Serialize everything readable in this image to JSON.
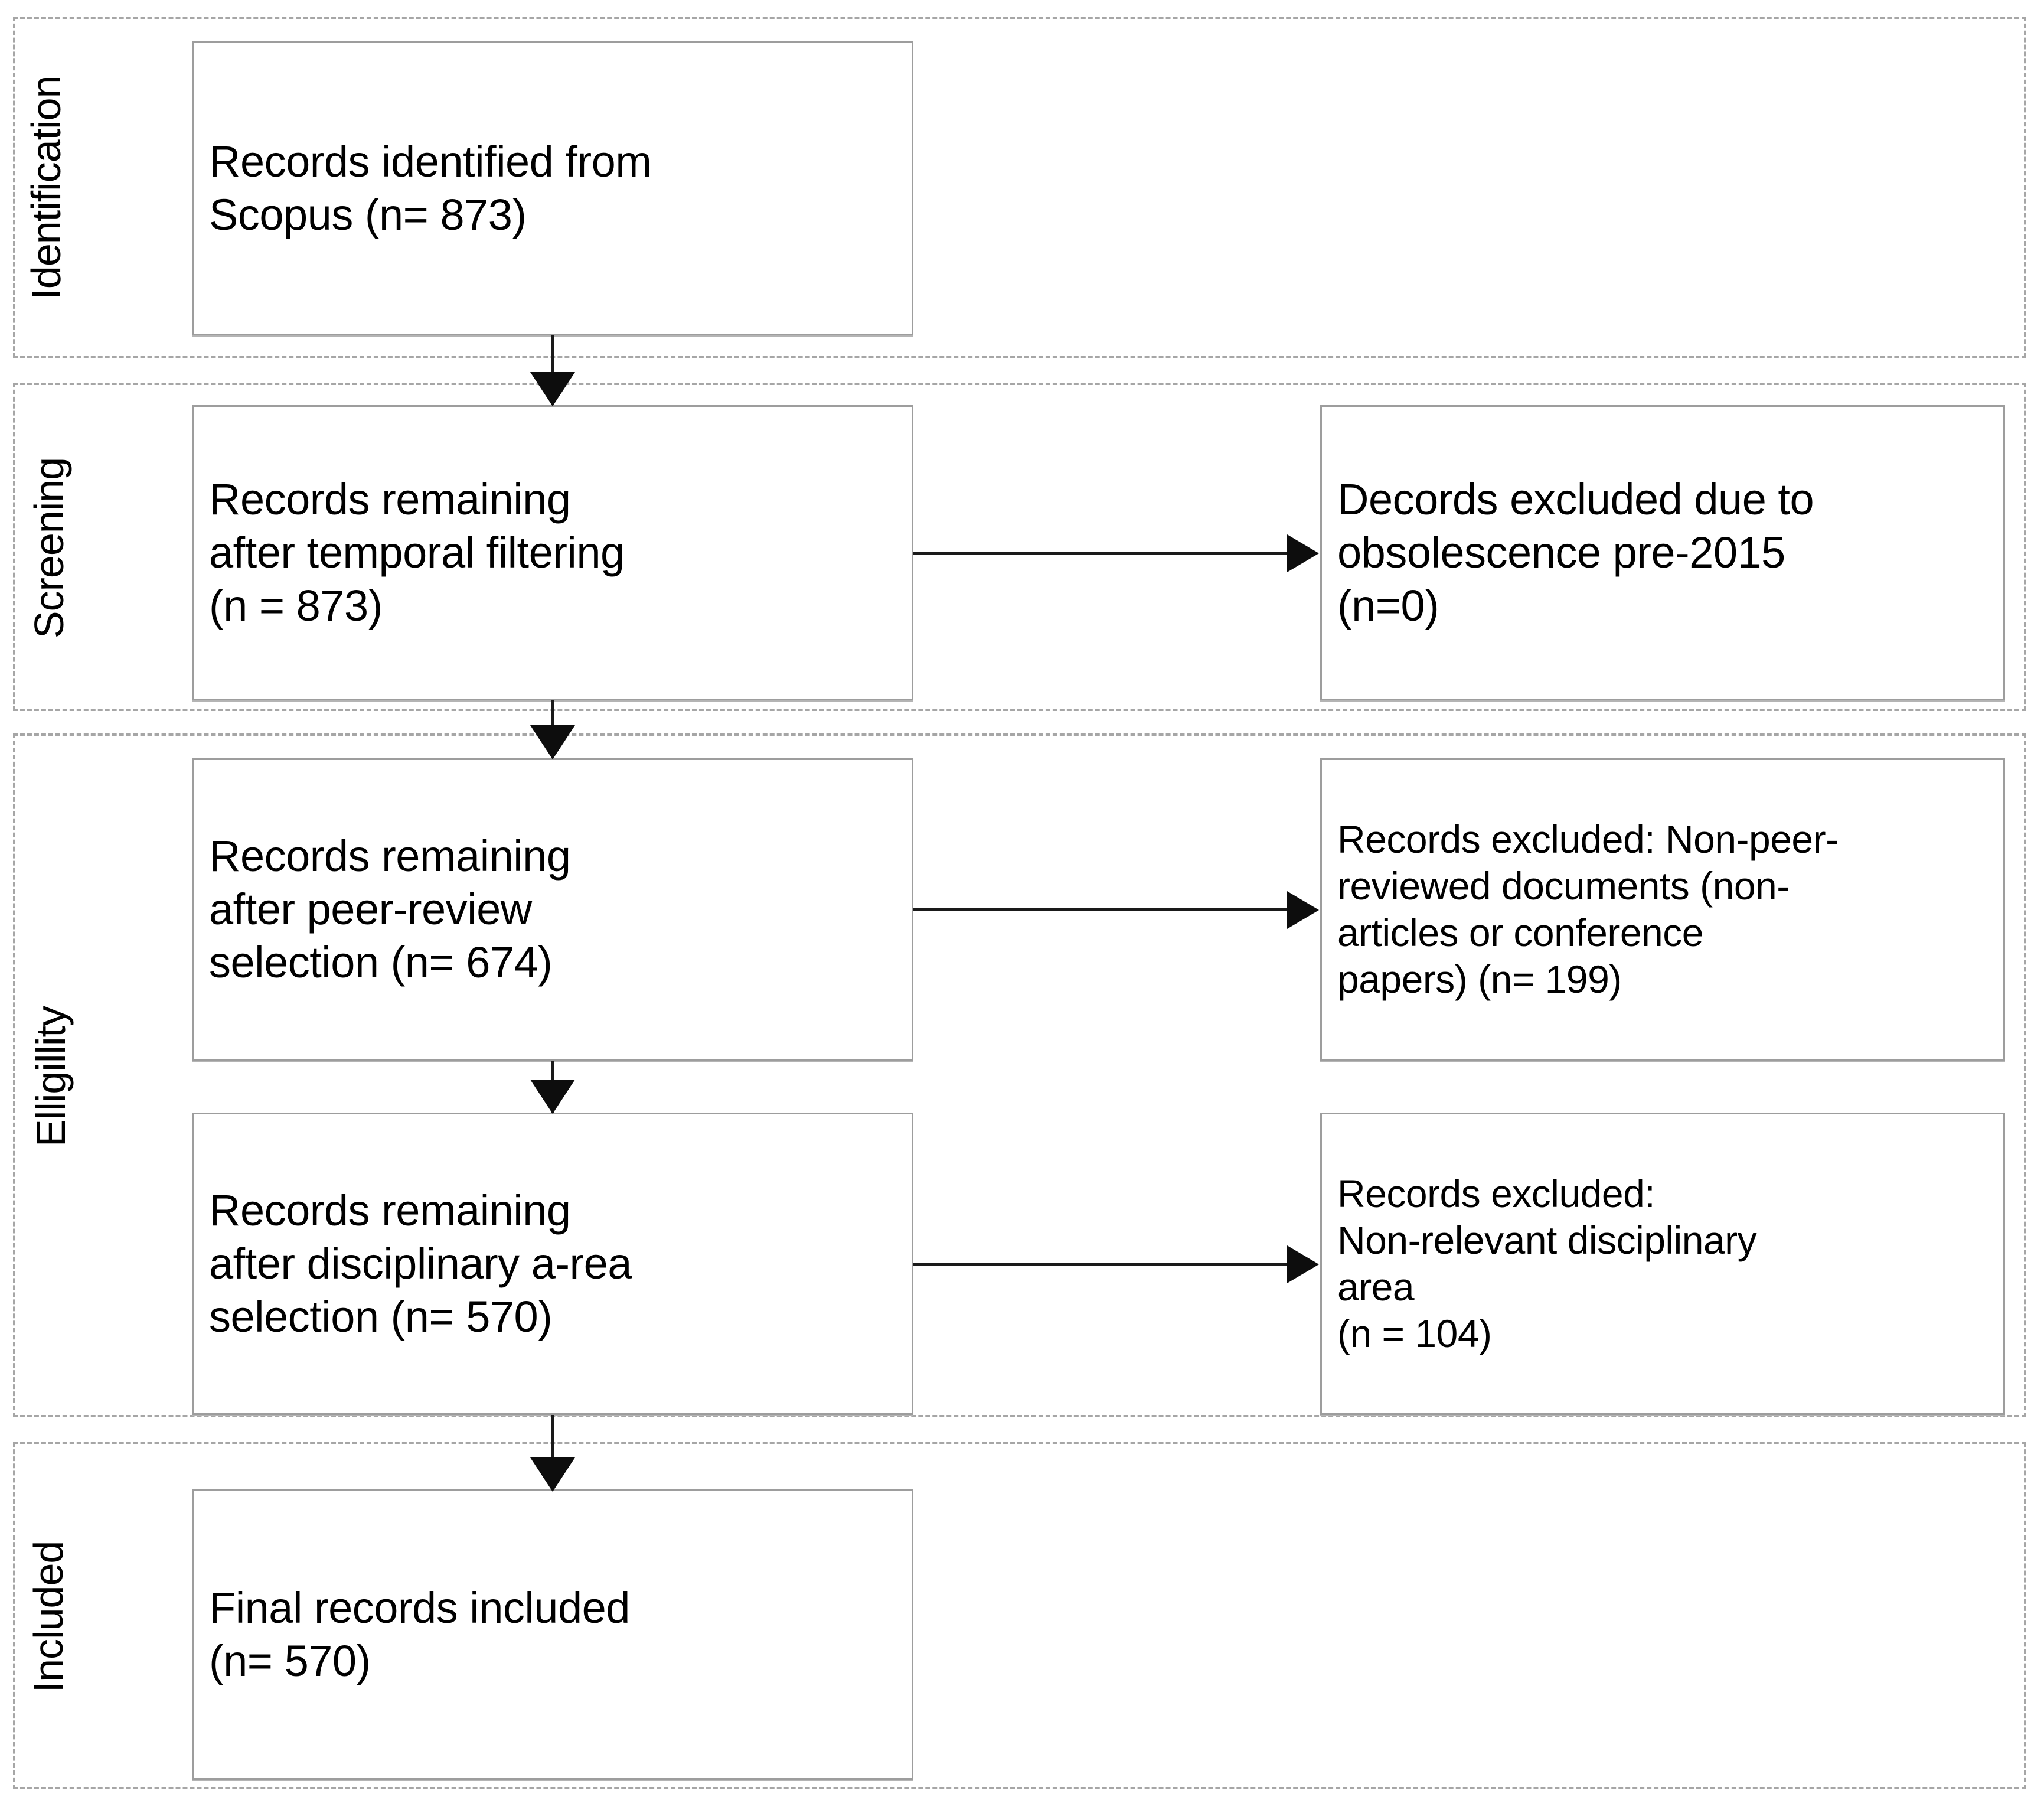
{
  "diagram": {
    "type": "prisma-flow-diagram",
    "title": "PRISMA records selection flow"
  },
  "stages": [
    {
      "id": "identification",
      "label": "Identification"
    },
    {
      "id": "screening",
      "label": "Screening"
    },
    {
      "id": "eligibility",
      "label": "Elligillity"
    },
    {
      "id": "included",
      "label": "Included"
    }
  ],
  "boxes": {
    "identified": {
      "stage": "identification",
      "text": "Records identified from\nScopus (n= 873)",
      "count": 873
    },
    "temporal": {
      "stage": "screening",
      "text": "Records remaining\nafter temporal filtering\n(n = 873)",
      "count": 873
    },
    "excluded_temporal": {
      "stage": "screening",
      "text": "Decords excluded due to\nobsolescence pre-2015\n(n=0)",
      "count": 0
    },
    "peer_review": {
      "stage": "eligibility",
      "text": "Records remaining\nafter peer-review\nselection (n= 674)",
      "count": 674
    },
    "excluded_peer_review": {
      "stage": "eligibility",
      "text": "Records excluded: Non-peer-\nreviewed documents (non-\narticles or conference\npapers) (n= 199)",
      "count": 199
    },
    "disciplinary": {
      "stage": "eligibility",
      "text": "Records remaining\nafter disciplinary a-rea\nselection (n= 570)",
      "count": 570
    },
    "excluded_disciplinary": {
      "stage": "eligibility",
      "text": "Records excluded:\nNon-relevant disciplinary\narea\n(n = 104)",
      "count": 104
    },
    "final": {
      "stage": "included",
      "text": "Final records included\n(n= 570)",
      "count": 570
    }
  },
  "colors": {
    "band_border": "#a6a6a6",
    "box_border": "#9d9d9d",
    "connector": "#0d0d0d",
    "text": "#000000",
    "background": "#ffffff"
  }
}
